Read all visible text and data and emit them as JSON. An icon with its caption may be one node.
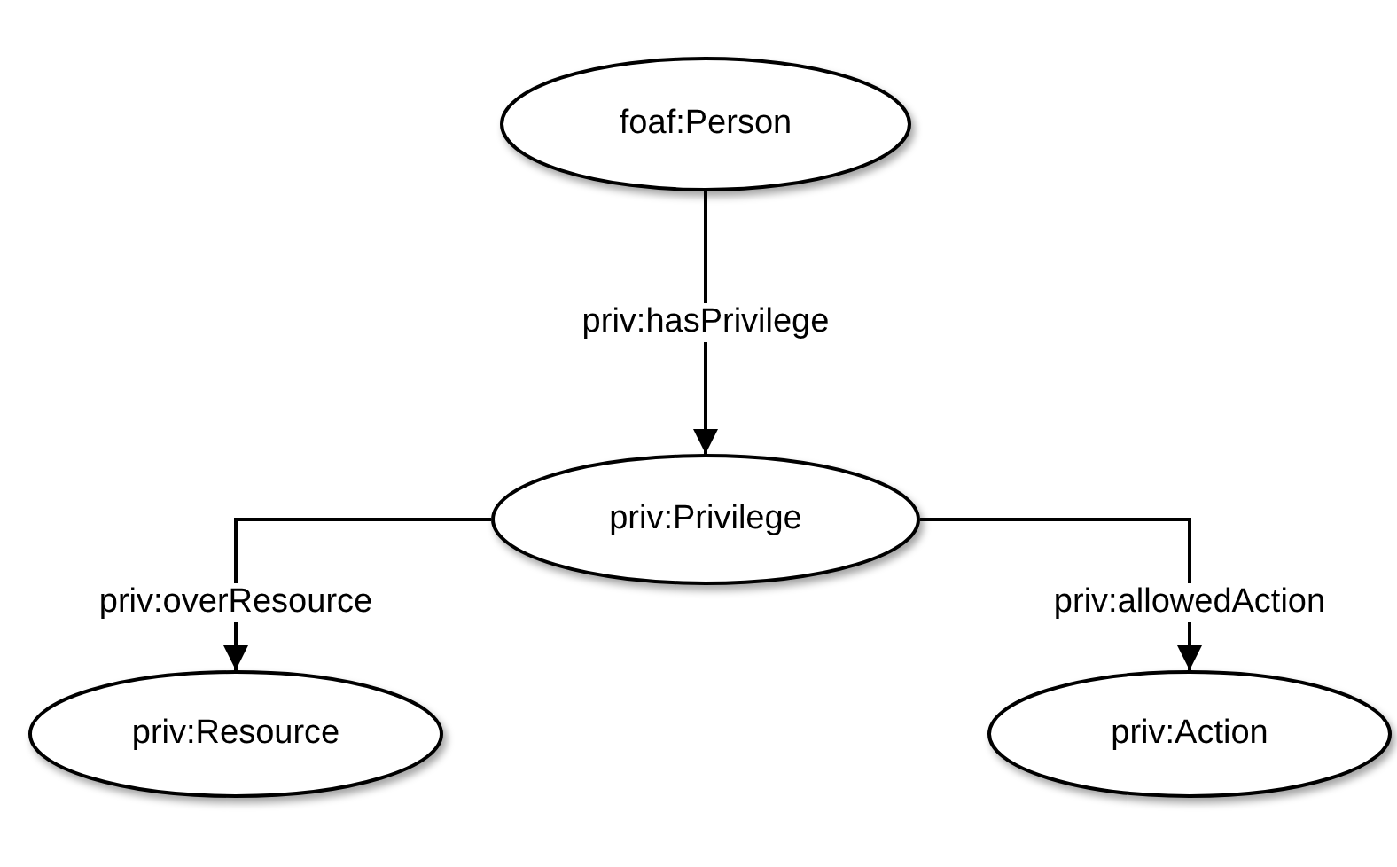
{
  "diagram": {
    "nodes": [
      {
        "text": [
          "foaf:Person"
        ]
      },
      {
        "text": [
          "priv:Privilege"
        ]
      },
      {
        "text": [
          "priv:Resource"
        ]
      },
      {
        "text": [
          "priv:Action"
        ]
      }
    ],
    "edges": [
      {
        "from": 0,
        "to": 1,
        "arrow": "to",
        "label": "priv:hasPrivilege"
      },
      {
        "from": 1,
        "to": 2,
        "arrow": "to",
        "label": "priv:overResource"
      },
      {
        "from": 1,
        "to": 3,
        "arrow": "to",
        "label": "priv:allowedAction"
      }
    ]
  }
}
